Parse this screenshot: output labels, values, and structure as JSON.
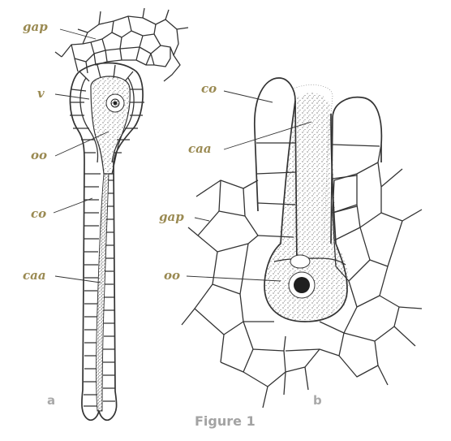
{
  "figure": {
    "caption": "Figure 1",
    "colors": {
      "label": "#9a8a52",
      "ink": "#333333",
      "panel_letter": "#a9a9a9"
    },
    "panel_a": {
      "letter": "a",
      "labels": {
        "gap": "gap",
        "v": "v",
        "oo": "oo",
        "co": "co",
        "caa": "caa"
      }
    },
    "panel_b": {
      "letter": "b",
      "labels": {
        "co": "co",
        "caa": "caa",
        "gap": "gap",
        "oo": "oo"
      }
    }
  }
}
